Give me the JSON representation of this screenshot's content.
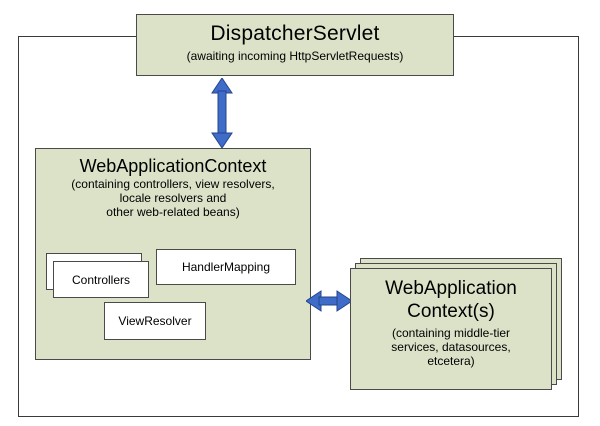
{
  "colors": {
    "box_fill": "#dbe2c8",
    "box_border": "#4a4a4a",
    "inner_box_fill": "#ffffff",
    "arrow_fill": "#3f6cc8",
    "arrow_outline": "#26458c",
    "background": "#ffffff"
  },
  "dispatcher": {
    "title": "DispatcherServlet",
    "subtitle": "(awaiting incoming HttpServletRequests)"
  },
  "wac": {
    "title": "WebApplicationContext",
    "sub": [
      "(containing controllers, view resolvers,",
      "locale resolvers and",
      "other web-related beans)"
    ],
    "boxes": {
      "controllers": "Controllers",
      "handler_mapping": "HandlerMapping",
      "view_resolver": "ViewResolver"
    }
  },
  "remote": {
    "title1": "WebApplication",
    "title2": "Context(s)",
    "sub": [
      "(containing middle-tier",
      "services, datasources,",
      "etcetera)"
    ]
  }
}
